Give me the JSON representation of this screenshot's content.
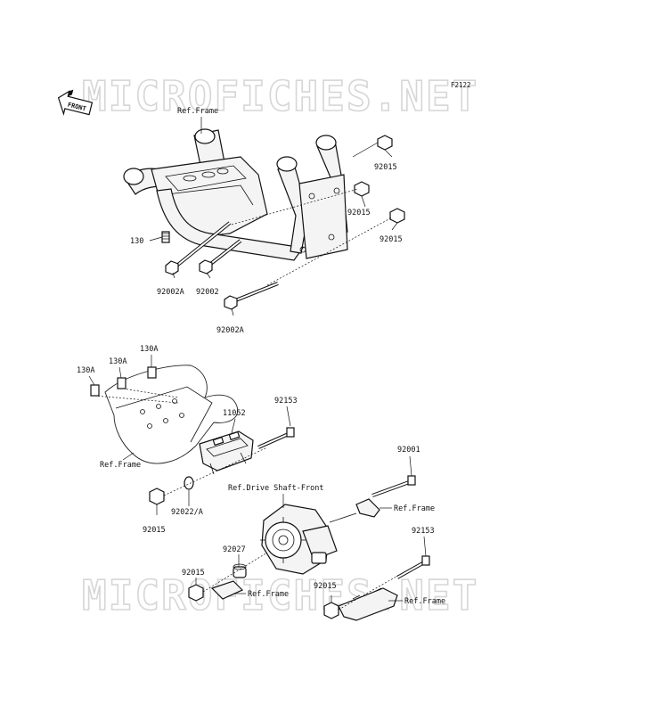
{
  "diagram_code": "F2122",
  "watermark_text": "MICROFICHES.NET",
  "front_label": "FRONT",
  "labels": {
    "ref_frame_top": "Ref.Frame",
    "p92015_a": "92015",
    "p92015_b": "92015",
    "p92015_c": "92015",
    "p130": "130",
    "p92002a_a": "92002A",
    "p92002": "92002",
    "p92002a_b": "92002A",
    "p130a_a": "130A",
    "p130a_b": "130A",
    "p130a_c": "130A",
    "ref_frame_mid": "Ref.Frame",
    "p11052": "11052",
    "p92153_a": "92153",
    "p92022a": "92022/A",
    "p92015_d": "92015",
    "p92001": "92001",
    "ref_drive_shaft": "Ref.Drive Shaft-Front",
    "ref_frame_right": "Ref.Frame",
    "p92153_b": "92153",
    "p92027": "92027",
    "p92015_e": "92015",
    "ref_frame_bottom": "Ref.Frame",
    "p92015_f": "92015",
    "ref_frame_bottom_right": "Ref.Frame"
  }
}
